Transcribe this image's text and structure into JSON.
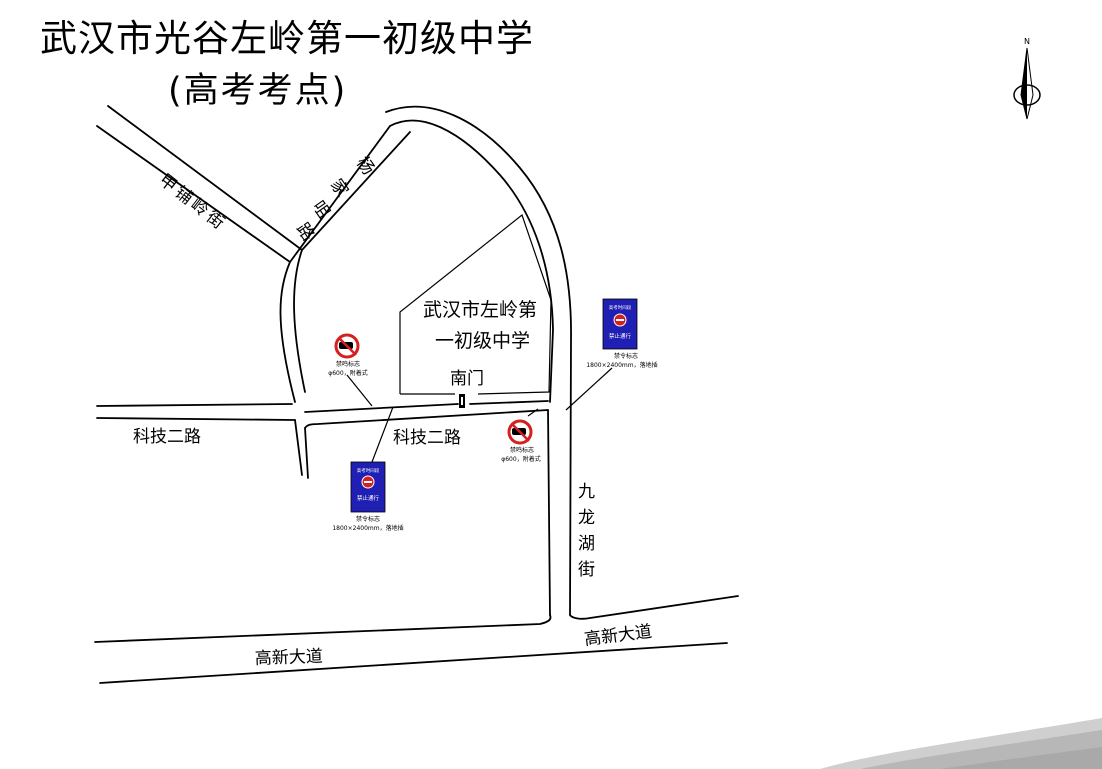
{
  "title": {
    "line1": "武汉市光谷左岭第一初级中学",
    "line2": "(高考考点)"
  },
  "compass": {
    "north_label": "N"
  },
  "roads": {
    "jiapulingjie": [
      "甲",
      "铺",
      "岭",
      "街"
    ],
    "yangjiajulu": [
      "杨",
      "家",
      "咀",
      "路"
    ],
    "kejierlu_west": "科技二路",
    "kejierlu_east": "科技二路",
    "jiulonghujie": [
      "九",
      "龙",
      "湖",
      "街"
    ],
    "gaoxindadao_west": "高新大道",
    "gaoxindadao_east": "高新大道"
  },
  "school": {
    "name_line1": "武汉市左岭第",
    "name_line2": "一初级中学",
    "gate": "南门"
  },
  "signs": {
    "horn_west": {
      "caption": "禁鸣标志",
      "spec": "φ600，附着式"
    },
    "horn_east": {
      "caption": "禁鸣标志",
      "spec": "φ600，附着式"
    },
    "no_entry_south": {
      "top_text": "高考时间段",
      "main_text": "禁止通行",
      "caption": "禁令标志",
      "spec": "1800×2400mm，落地插"
    },
    "no_entry_east": {
      "top_text": "高考时间段",
      "main_text": "禁止通行",
      "caption": "禁令标志",
      "spec": "1800×2400mm，落地插"
    }
  },
  "colors": {
    "sign_blue": "#1f1fb4",
    "prohibit_red": "#d42020",
    "line": "#000000"
  }
}
